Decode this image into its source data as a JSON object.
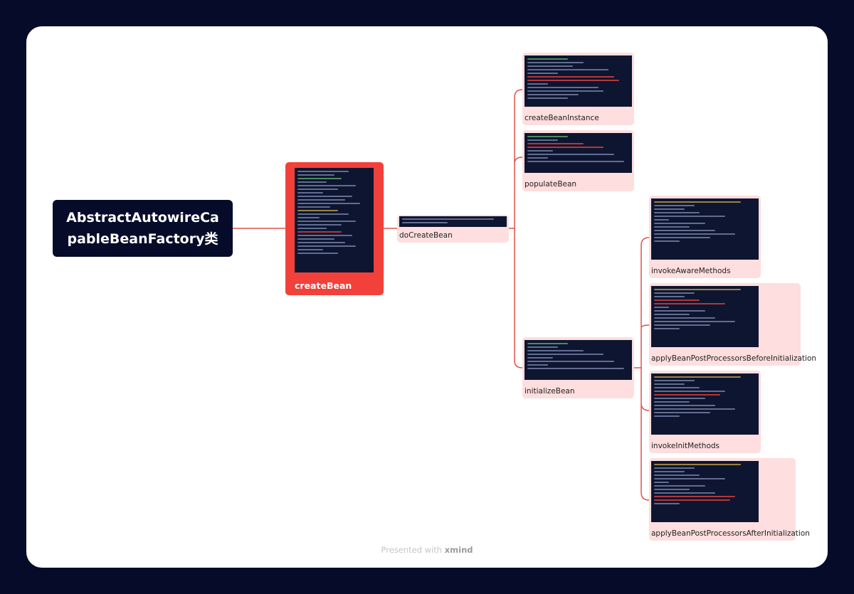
{
  "root": {
    "line1": "AbstractAutowireCa",
    "line2": "pableBeanFactory类"
  },
  "main": {
    "label": "createBean"
  },
  "do_create": {
    "label": "doCreateBean"
  },
  "level2": [
    {
      "label": "createBeanInstance"
    },
    {
      "label": "populateBean"
    },
    {
      "label": "initializeBean"
    }
  ],
  "level3": [
    {
      "label": "invokeAwareMethods"
    },
    {
      "label": "applyBeanPostProcessorsBeforeInitialization"
    },
    {
      "label": "invokeInitMethods"
    },
    {
      "label": "applyBeanPostProcessorsAfterInitialization"
    }
  ],
  "footer": {
    "prefix": "Presented with",
    "brand": "xmind"
  },
  "colors": {
    "background": "#060b2a",
    "root": "#060b2a",
    "main": "#f2403b",
    "card": "#fedede",
    "line": "#e0524b"
  }
}
